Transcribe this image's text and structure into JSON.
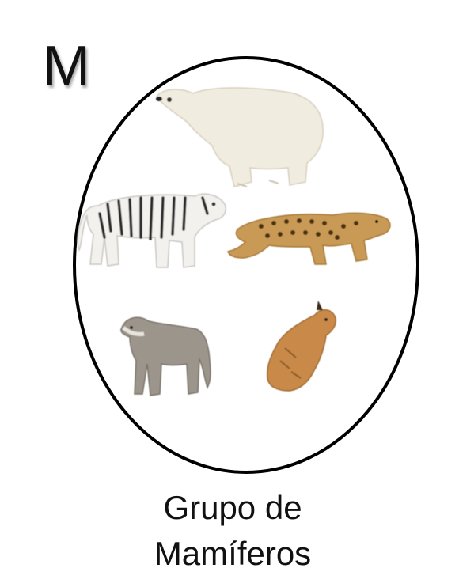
{
  "letter": "M",
  "caption": {
    "line1": "Grupo de",
    "line2": "Mamíferos"
  },
  "group_set": {
    "members": [
      "polar-bear",
      "white-tiger",
      "leopard",
      "wolf",
      "lynx"
    ]
  },
  "colors": {
    "outline": "#000000",
    "polar_bear": "#f1ece0",
    "white_tiger": "#f3f1ee",
    "tiger_stripes": "#2a2a2a",
    "leopard": "#c99a56",
    "leopard_spots": "#4a3010",
    "wolf": "#9c958c",
    "lynx": "#c98a48"
  }
}
